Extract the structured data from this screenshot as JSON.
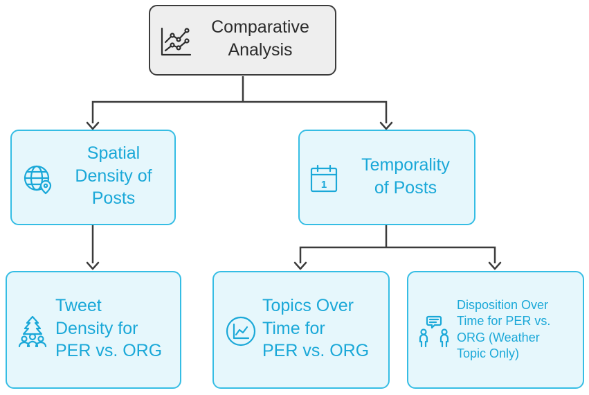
{
  "diagram": {
    "root": {
      "line1": "Comparative",
      "line2": "Analysis",
      "icon": "line-chart-icon"
    },
    "spatial": {
      "line1": "Spatial",
      "line2": "Density of",
      "line3": "Posts",
      "icon": "globe-pin-icon"
    },
    "temporality": {
      "line1": "Temporality",
      "line2": "of Posts",
      "icon": "calendar-icon"
    },
    "tweet_density": {
      "line1": "Tweet",
      "line2": "Density for",
      "line3": "PER vs. ORG",
      "icon": "tree-people-icon"
    },
    "topics_over_time": {
      "line1": "Topics Over",
      "line2": "Time for",
      "line3": "PER vs. ORG",
      "icon": "trend-circle-icon"
    },
    "disposition": {
      "line1": "Disposition Over",
      "line2": "Time for PER vs.",
      "line3": "ORG (Weather",
      "line4": "Topic Only)",
      "icon": "people-chat-icon"
    }
  },
  "colors": {
    "accent": "#35bde4",
    "text_blue": "#1aa8d8",
    "root_fill": "#eeeeee",
    "node_fill": "#e6f7fc",
    "edge": "#3b3b3b"
  }
}
